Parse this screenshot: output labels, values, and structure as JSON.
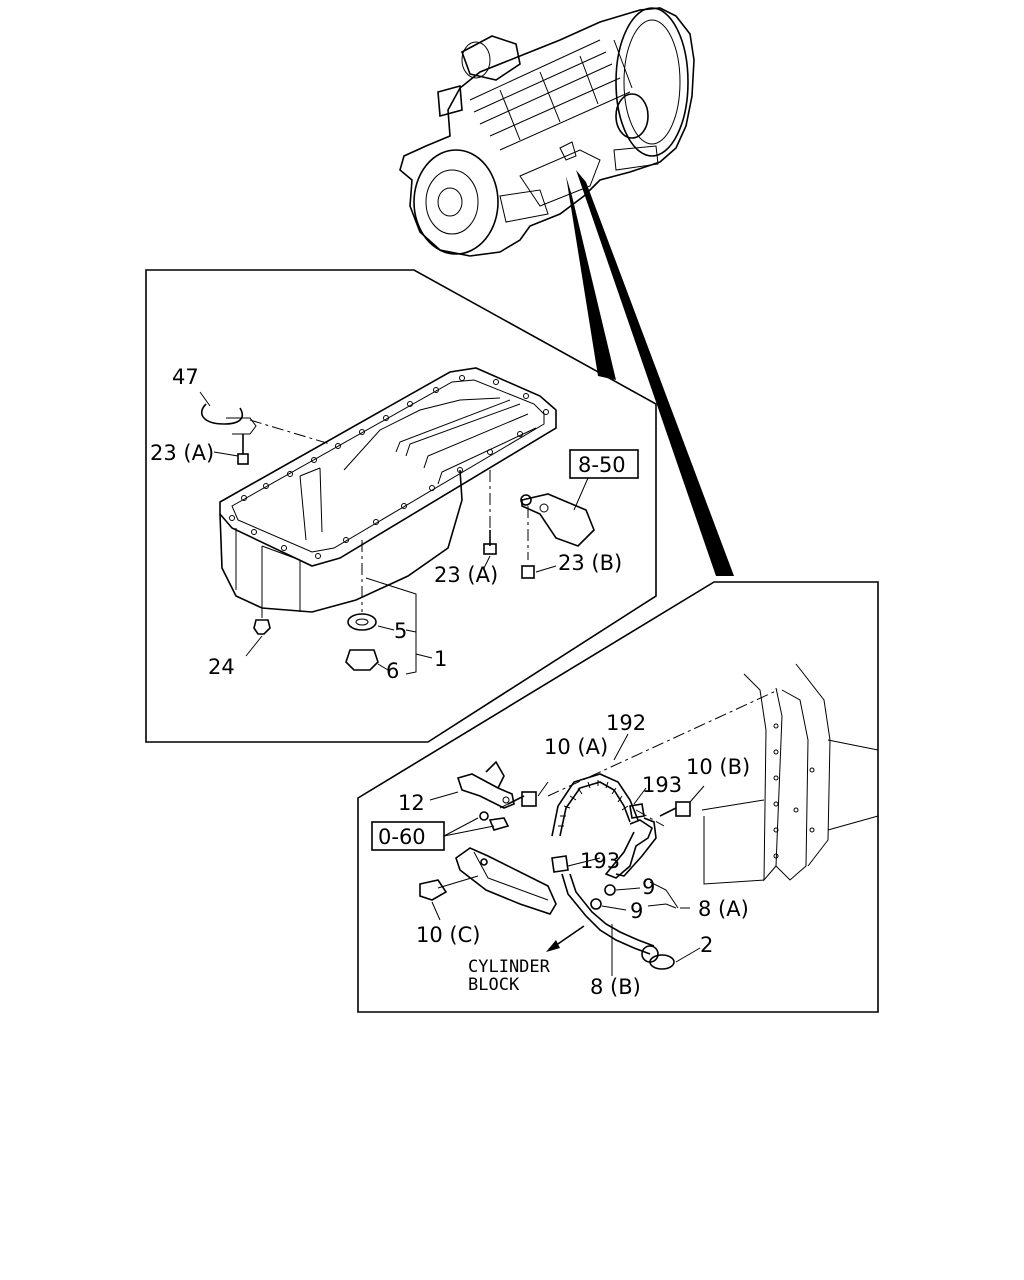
{
  "labels": {
    "p47": "47",
    "p23a_top": "23 (A)",
    "p8_50": "8-50",
    "p23a_mid": "23 (A)",
    "p23b": "23 (B)",
    "p5": "5",
    "p6": "6",
    "p1": "1",
    "p24": "24",
    "p192": "192",
    "p10a": "10 (A)",
    "p193_top": "193",
    "p10b": "10 (B)",
    "p12": "12",
    "p0_60": "0-60",
    "p193_mid": "193",
    "p9_top": "9",
    "p9_bottom": "9",
    "p8a": "8 (A)",
    "p10c": "10 (C)",
    "p2": "2",
    "cylinder_line1": "CYLINDER",
    "cylinder_line2": "BLOCK",
    "p8b": "8 (B)"
  },
  "colors": {
    "ink": "#000000",
    "paper": "#ffffff"
  }
}
